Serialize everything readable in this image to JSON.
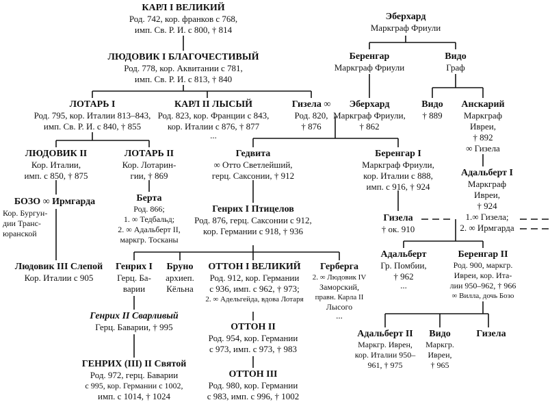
{
  "nodes": {
    "karl1": {
      "name": "КАРЛ I ВЕЛИКИЙ",
      "details": [
        "Род. 742, кор. франков с 768,",
        "имп. Св. Р. И. с 800, † 814"
      ]
    },
    "ludovik1": {
      "name": "ЛЮДОВИК I БЛАГОЧЕСТИВЫЙ",
      "details": [
        "Род. 778, кор. Аквитании с 781,",
        "имп. Св. Р. И. с 813, † 840"
      ]
    },
    "lotar1": {
      "name": "ЛОТАРЬ I",
      "details": [
        "Род. 795, кор. Италии 813–843,",
        "имп. Св. Р. И. с 840, † 855"
      ]
    },
    "karl2": {
      "name": "КАРЛ II ЛЫСЫЙ",
      "details": [
        "Род. 823, кор. Франции с 843,",
        "кор. Италии с 876, † 877"
      ],
      "more": "..."
    },
    "gizela820": {
      "name": "Гизела ∞",
      "details": [
        "Род. 820,",
        "† 876"
      ]
    },
    "eberhard_top": {
      "name": "Эберхард",
      "details": [
        "Маркграф Фриули"
      ]
    },
    "berengar_top": {
      "name": "Беренгар",
      "details": [
        "Маркграф Фриули"
      ]
    },
    "vido_top": {
      "name": "Видо",
      "details": [
        "Граф"
      ]
    },
    "eberhard2": {
      "name": "Эберхард",
      "details": [
        "Маркграф Фриули,",
        "† 862"
      ]
    },
    "vido889": {
      "name": "Видо",
      "details": [
        "† 889"
      ]
    },
    "anskarij": {
      "name": "Анскарий",
      "details": [
        "Маркграф",
        "Ивреи,",
        "† 892",
        "∞ Гизела"
      ]
    },
    "ludovik2": {
      "name": "ЛЮДОВИК II",
      "details": [
        "Кор. Италии,",
        "имп. с 850, † 875"
      ]
    },
    "lotar2": {
      "name": "ЛОТАРЬ II",
      "details": [
        "Кор. Лотарин-",
        "гии, † 869"
      ]
    },
    "gedvita": {
      "name": "Гедвита",
      "details": [
        "∞ Отто Светлейший,",
        "герц. Саксонии, † 912"
      ]
    },
    "berengar1": {
      "name": "Беренгар I",
      "details": [
        "Маркграф Фриули,",
        "кор. Италии с 888,",
        "имп. с 916, † 924"
      ]
    },
    "adalbert1": {
      "name": "Адальберт I",
      "details": [
        "Маркграф",
        "Ивреи,",
        "† 924",
        "1.∞ Гизела;",
        "2. ∞ Ирмгарда"
      ]
    },
    "bozo": {
      "name": "БОЗО ∞ Ирмгарда",
      "details": [
        "Кор. Бургун-",
        "дии Транс-",
        "юранской"
      ]
    },
    "berta": {
      "name": "Берта",
      "details": [
        "Род. 866;",
        "1. ∞ Тедбальд;",
        "2. ∞ Адальберт II,",
        "маркгр. Тосканы"
      ]
    },
    "genrih1": {
      "name": "Генрих I Птицелов",
      "details": [
        "Род. 876, герц. Саксонии с 912,",
        "кор. Германии с 918, † 936"
      ]
    },
    "gizela910": {
      "name": "Гизела",
      "details": [
        "† ок. 910"
      ]
    },
    "ludovik3": {
      "name": "Людовик III Слепой",
      "details": [
        "Кор. Италии с 905"
      ]
    },
    "genrih_bav": {
      "name": "Генрих I",
      "details": [
        "Герц. Ба-",
        "варии"
      ]
    },
    "bruno": {
      "name": "Бруно",
      "details": [
        "архиеп.",
        "Кёльна"
      ]
    },
    "otton1": {
      "name": "ОТТОН I ВЕЛИКИЙ",
      "details": [
        "Род. 912, кор. Германии",
        "с 936, имп. с 962, † 973;",
        "2. ∞ Адельгейда, вдова Лотаря"
      ]
    },
    "gerberga": {
      "name": "Герберга",
      "details": [
        "2. ∞ Людовик IV",
        "Заморский,",
        "правн. Карла II",
        "Лысого"
      ],
      "more": "..."
    },
    "adalbert_pombia": {
      "name": "Адальберт",
      "details": [
        "Гр. Помбии,",
        "† 962"
      ],
      "more": "..."
    },
    "berengar2": {
      "name": "Беренгар II",
      "details": [
        "Род. 900, маркгр.",
        "Ивреи, кор. Ита-",
        "лии 950–962, † 966",
        "∞ Вилла, дочь Бозо"
      ]
    },
    "genrih2": {
      "name": "Генрих II Сварливый",
      "details": [
        "Герц. Баварии, † 995"
      ]
    },
    "otton2": {
      "name": "ОТТОН II",
      "details": [
        "Род. 954, кор. Германии",
        "с 973, имп. с 973, † 983"
      ]
    },
    "adalbert2": {
      "name": "Адальберт II",
      "details": [
        "Маркгр. Иврен,",
        "кор. Италии 950–",
        "961, † 975"
      ]
    },
    "vido965": {
      "name": "Видо",
      "details": [
        "Маркгр.",
        "Ивреи,",
        "† 965"
      ]
    },
    "gizela_last": {
      "name": "Гизела",
      "details": []
    },
    "genrih_svyatoy": {
      "name": "ГЕНРИХ (III) II Святой",
      "details": [
        "Род. 972, герц. Баварии",
        "с 995, кор. Германии с 1002,",
        "имп. с 1014, † 1024"
      ]
    },
    "otton3": {
      "name": "ОТТОН III",
      "details": [
        "Род. 980, кор. Германии",
        "с 983, имп. с 996, † 1002"
      ]
    }
  }
}
